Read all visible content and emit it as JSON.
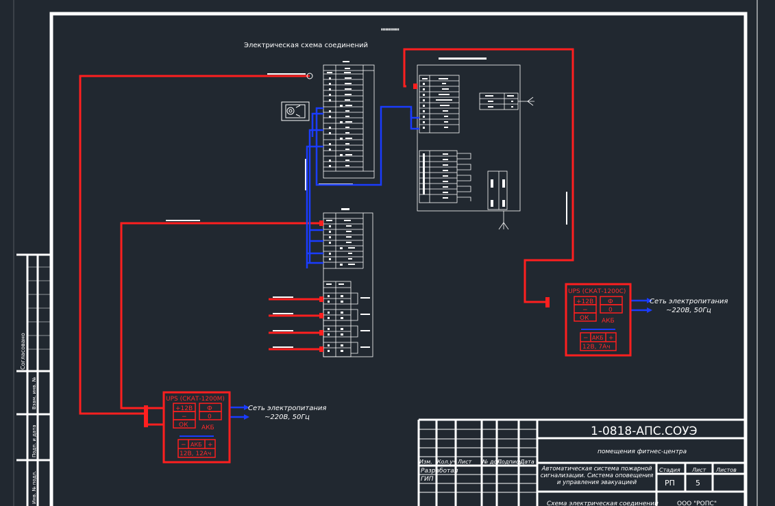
{
  "colors": {
    "background": "#212830",
    "power_line": "#ff1f1f",
    "signal_line": "#1a3cff",
    "drawing": "#ffffff"
  },
  "sheet": {
    "schema_title": "Электрическая схема соединений",
    "psu_top": {
      "title": "UPS (СКАТ-1200С)",
      "plus": "+12В",
      "minus": "−",
      "ok": "ОК",
      "phase": "Ф",
      "zero": "0",
      "akb_caption": "АКБ",
      "akb_minus": "−",
      "akb_label": "АКБ",
      "akb_plus": "+",
      "akb_value": "12В, 7Ач",
      "mains_line1": "Сеть электропитания",
      "mains_line2": "~220В, 50Гц"
    },
    "psu_bottom": {
      "title": "UPS (СКАТ-1200М)",
      "plus": "+12В",
      "minus": "−",
      "ok": "ОК",
      "phase": "Ф",
      "zero": "0",
      "akb_caption": "АКБ",
      "akb_minus": "−",
      "akb_label": "АКБ",
      "akb_plus": "+",
      "akb_value": "12В, 12Ач",
      "mains_line1": "Сеть электропитания",
      "mains_line2": "~220В, 50Гц"
    },
    "side_stamp": {
      "agreed": "Согласовано",
      "cells": [
        "Взам. инв. №",
        "Подп. и дата",
        "Инв. № подл."
      ]
    },
    "title_block": {
      "doc_code": "1-0818-АПС.СОУЭ",
      "object_name": "помещения фитнес-центра",
      "column_headers": [
        "Изм.",
        "Кол.уч",
        "Лист",
        "№ док.",
        "Подпись",
        "Дата"
      ],
      "roles": [
        "Разработал",
        "ГИП"
      ],
      "description": "Автоматическая система пожарной сигнализации. Система оповещения и управления эвакуацией",
      "stage_header": "Стадия",
      "sheet_header": "Лист",
      "sheets_header": "Листов",
      "stage_value": "РП",
      "sheet_value": "5",
      "drawing_name": "Схема электрическая соединений",
      "org_name": "ООО \"РОПС\""
    }
  }
}
